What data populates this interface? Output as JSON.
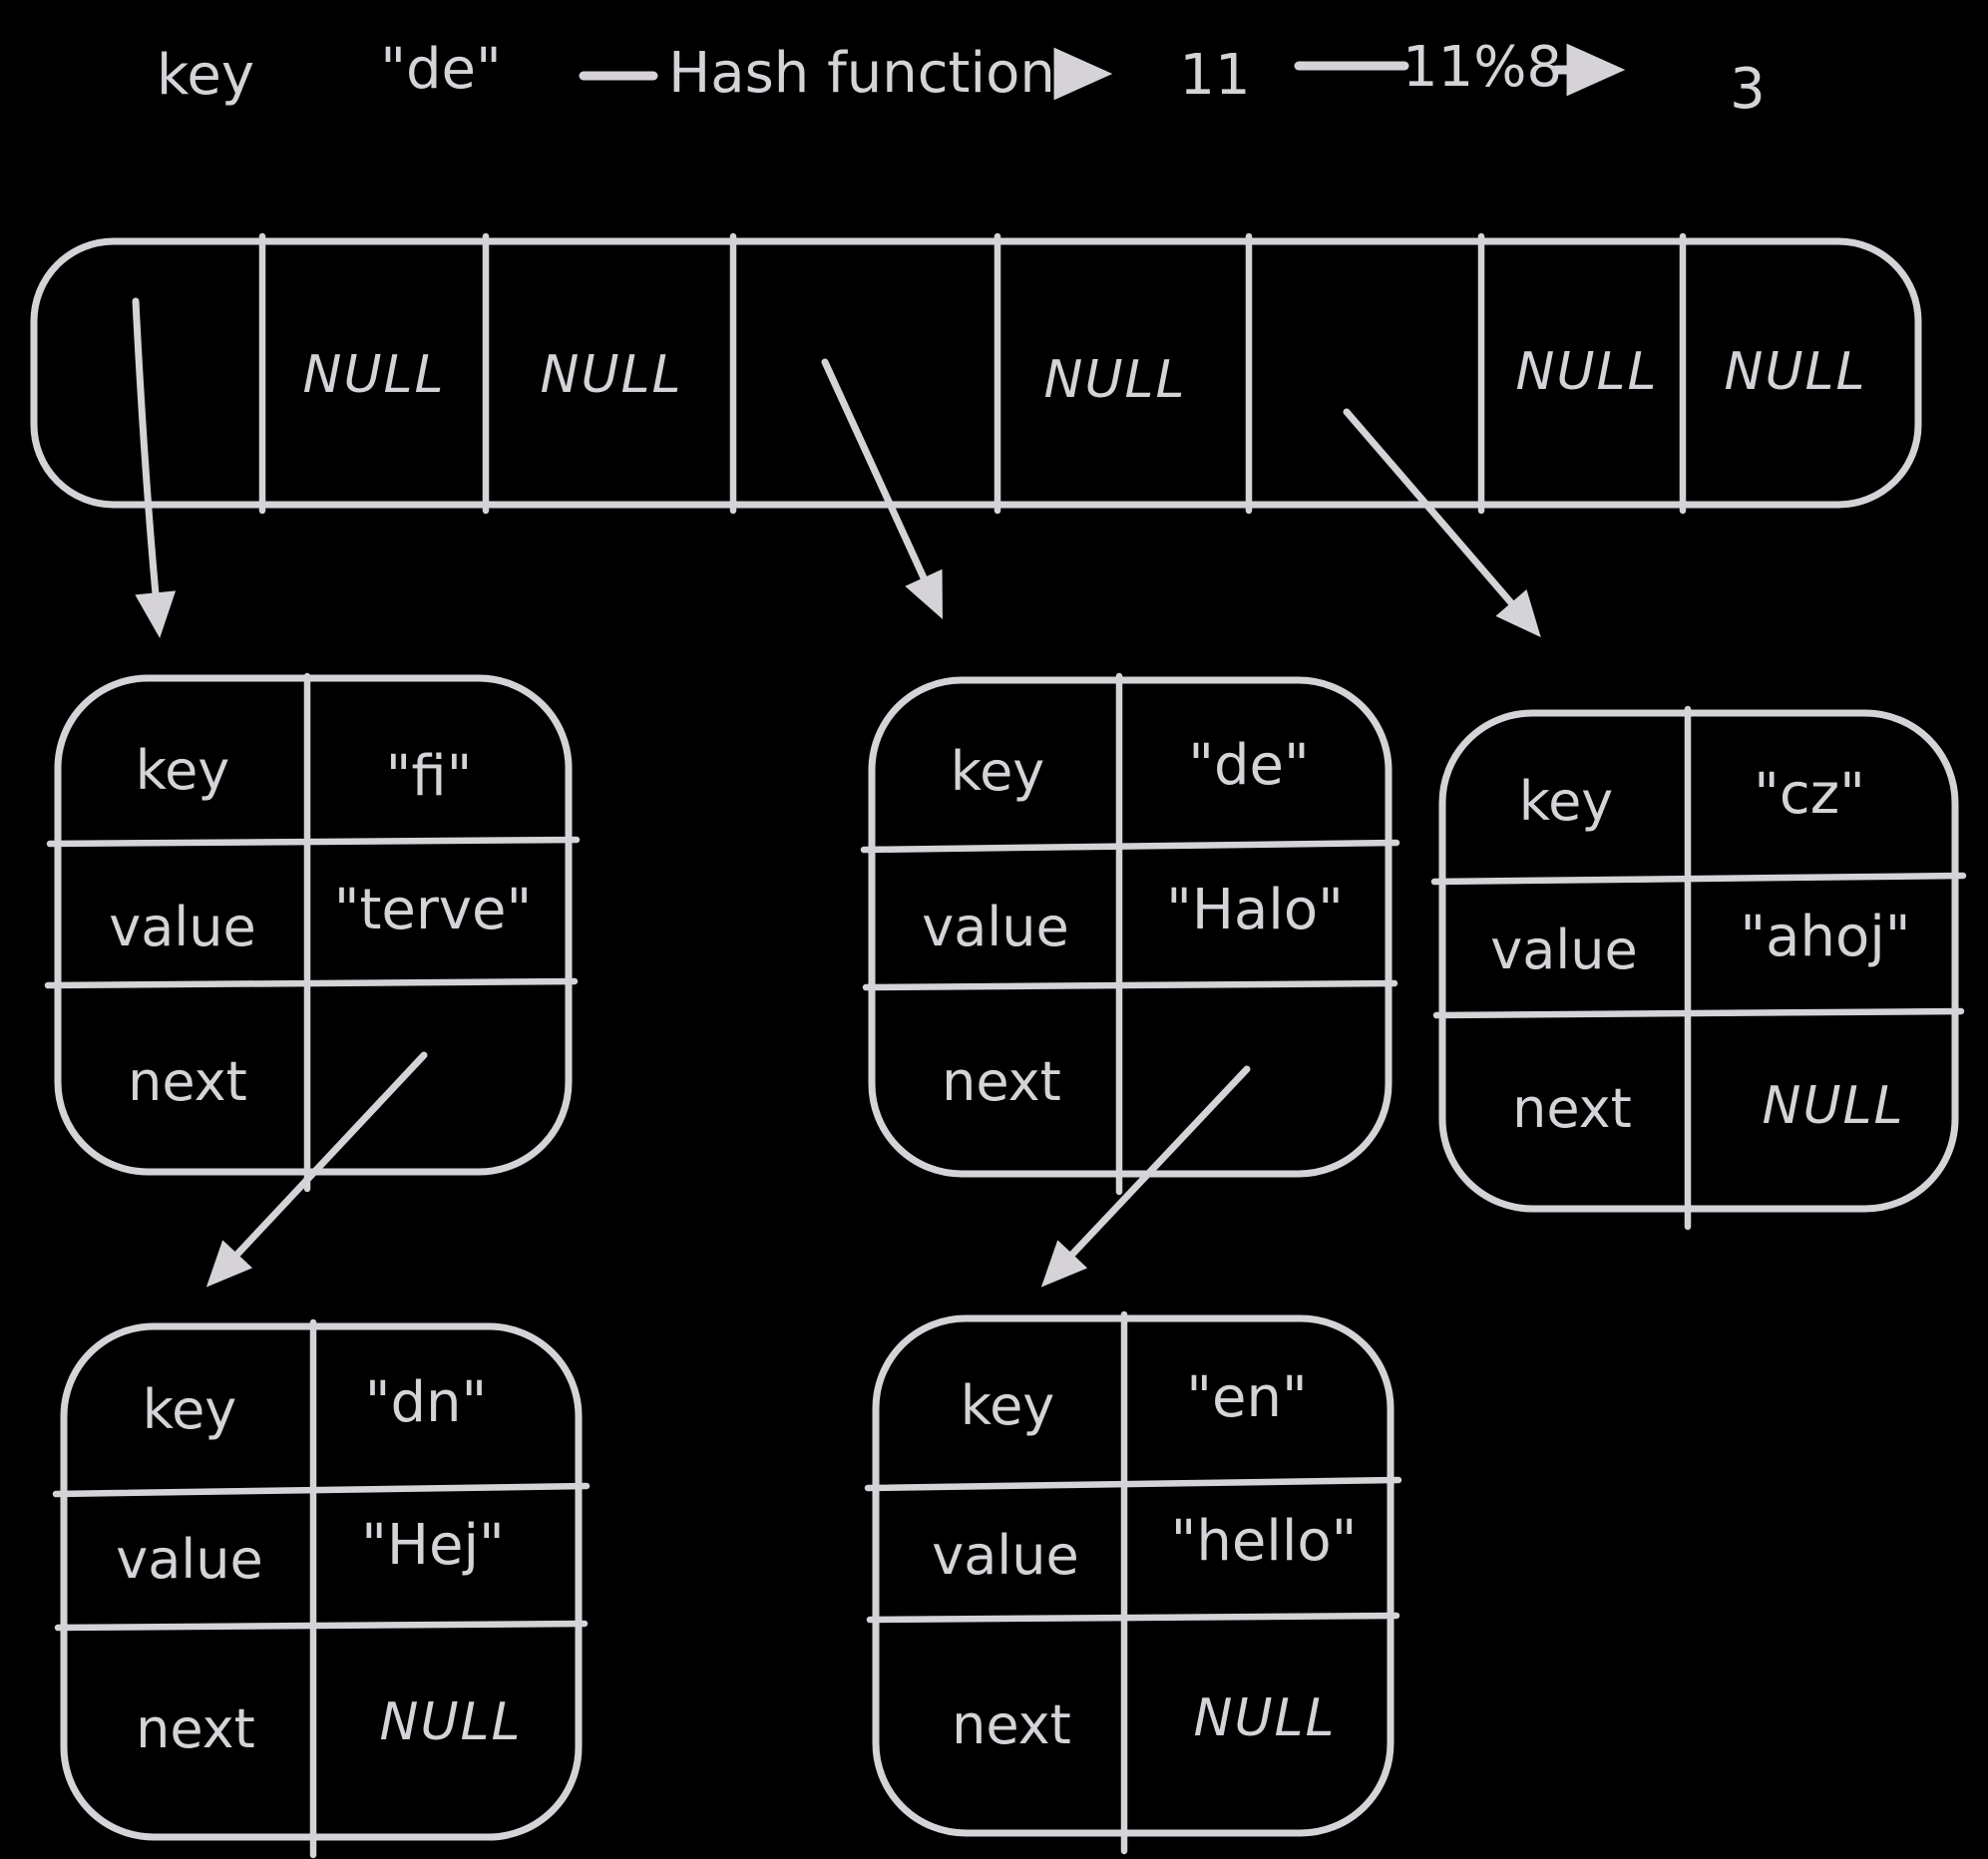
{
  "colors": {
    "background": "#000000",
    "ink": "#d5d3d7"
  },
  "hash_flow": {
    "key_label": "key",
    "key_value": "\"de\"",
    "function_label": "Hash function",
    "hash_result": "11",
    "mod_expression": "11%8",
    "bucket_index": "3"
  },
  "bucket_array": {
    "slots": [
      {
        "index": 0,
        "label": "",
        "points_to": "node-fi"
      },
      {
        "index": 1,
        "label": "NULL"
      },
      {
        "index": 2,
        "label": "NULL"
      },
      {
        "index": 3,
        "label": "",
        "points_to": "node-de"
      },
      {
        "index": 4,
        "label": "NULL"
      },
      {
        "index": 5,
        "label": "",
        "points_to": "node-cz"
      },
      {
        "index": 6,
        "label": "NULL"
      },
      {
        "index": 7,
        "label": "NULL"
      }
    ]
  },
  "field_labels": {
    "key": "key",
    "value": "value",
    "next": "next"
  },
  "nodes": [
    {
      "id": "node-fi",
      "key": "\"fi\"",
      "value": "\"terve\"",
      "next_label": "",
      "next_points_to": "node-dn"
    },
    {
      "id": "node-de",
      "key": "\"de\"",
      "value": "\"Halo\"",
      "next_label": "",
      "next_points_to": "node-en"
    },
    {
      "id": "node-cz",
      "key": "\"cz\"",
      "value": "\"ahoj\"",
      "next_label": "NULL",
      "next_points_to": null
    },
    {
      "id": "node-dn",
      "key": "\"dn\"",
      "value": "\"Hej\"",
      "next_label": "NULL",
      "next_points_to": null
    },
    {
      "id": "node-en",
      "key": "\"en\"",
      "value": "\"hello\"",
      "next_label": "NULL",
      "next_points_to": null
    }
  ]
}
